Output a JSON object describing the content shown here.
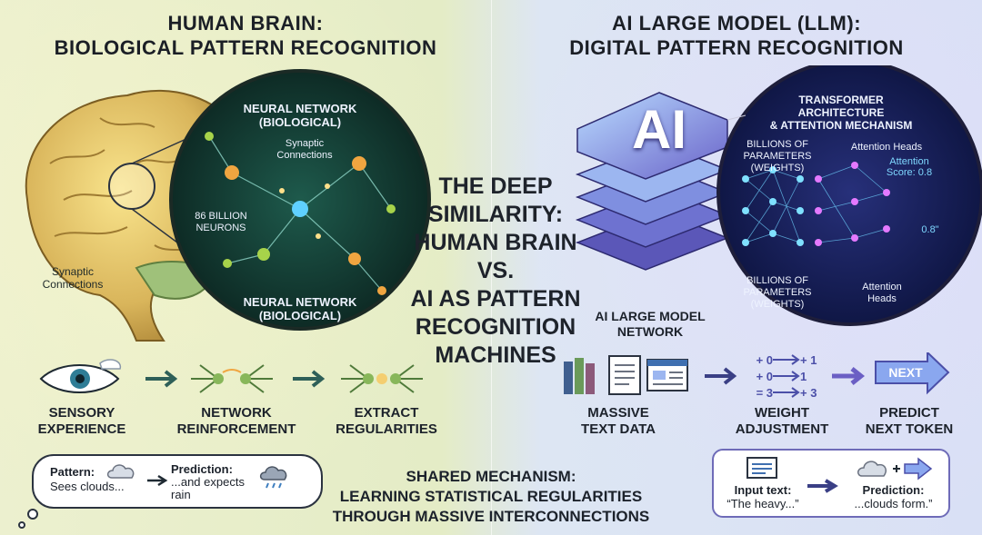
{
  "left": {
    "title_line1": "HUMAN BRAIN:",
    "title_line2": "BIOLOGICAL PATTERN RECOGNITION",
    "circle_top_label1": "NEURAL NETWORK",
    "circle_top_label2": "(BIOLOGICAL)",
    "circle_synaptic1": "Synaptic",
    "circle_synaptic2": "Connections",
    "circle_neurons1": "86 BILLION",
    "circle_neurons2": "NEURONS",
    "circle_bottom_label1": "NEURAL NETWORK",
    "circle_bottom_label2": "(BIOLOGICAL)",
    "brain_label1": "Synaptic",
    "brain_label2": "Connections",
    "flow": [
      {
        "line1": "SENSORY",
        "line2": "EXPERIENCE",
        "icon": "eye-icon"
      },
      {
        "line1": "NETWORK",
        "line2": "REINFORCEMENT",
        "icon": "neurons-icon"
      },
      {
        "line1": "EXTRACT",
        "line2": "REGULARITIES",
        "icon": "neurons-icon"
      }
    ],
    "bubble_pattern1": "Pattern:",
    "bubble_pattern2": "Sees clouds...",
    "bubble_prediction1": "Prediction:",
    "bubble_prediction2": "...and expects",
    "bubble_prediction3": "rain"
  },
  "center": {
    "line1": "THE DEEP",
    "line2": "SIMILARITY:",
    "line3": "HUMAN BRAIN",
    "line4": "VS.",
    "line5": "AI AS PATTERN",
    "line6": "RECOGNITION",
    "line7": "MACHINES"
  },
  "shared": {
    "line1": "SHARED MECHANISM:",
    "line2": "LEARNING STATISTICAL REGULARITIES",
    "line3": "THROUGH MASSIVE INTERCONNECTIONS"
  },
  "right": {
    "title_line1": "AI LARGE MODEL (LLM):",
    "title_line2": "DIGITAL PATTERN RECOGNITION",
    "chip_label": "AI",
    "stack_caption1": "AI LARGE MODEL",
    "stack_caption2": "NETWORK",
    "circle_title1": "TRANSFORMER",
    "circle_title2": "ARCHITECTURE",
    "circle_title3": "& ATTENTION MECHANISM",
    "params_top1": "BILLIONS OF",
    "params_top2": "PARAMETERS",
    "params_top3": "(WEIGHTS)",
    "params_bottom1": "BILLIONS OF",
    "params_bottom2": "PARAMETERS",
    "params_bottom3": "(WEIGHTS)",
    "heads_top": "Attention Heads",
    "score1": "Attention",
    "score2": "Score: 0.8",
    "score_side": "0.8\"",
    "heads_bottom1": "Attention",
    "heads_bottom2": "Heads",
    "weights": [
      {
        "left": "+ 0",
        "right": "+ 1"
      },
      {
        "left": "+ 0",
        "right": "1"
      },
      {
        "left": "= 3",
        "right": "+ 3"
      }
    ],
    "next_label": "NEXT",
    "flow": [
      {
        "line1": "MASSIVE",
        "line2": "TEXT DATA"
      },
      {
        "line1": "WEIGHT",
        "line2": "ADJUSTMENT"
      },
      {
        "line1": "PREDICT",
        "line2": "NEXT TOKEN"
      }
    ],
    "input1": "Input text:",
    "input2": "“The heavy...”",
    "prediction1": "Prediction:",
    "prediction2": "...clouds form.”"
  },
  "colors": {
    "neuron_orange": "#f0a540",
    "neuron_green": "#a7d34a",
    "neuron_blue": "#5fd0ff",
    "circle_bg_left": "#12352e",
    "circle_bg_right": "#101a4a",
    "accent_purple": "#6b5fc4",
    "arrow_teal": "#2e5f58"
  }
}
